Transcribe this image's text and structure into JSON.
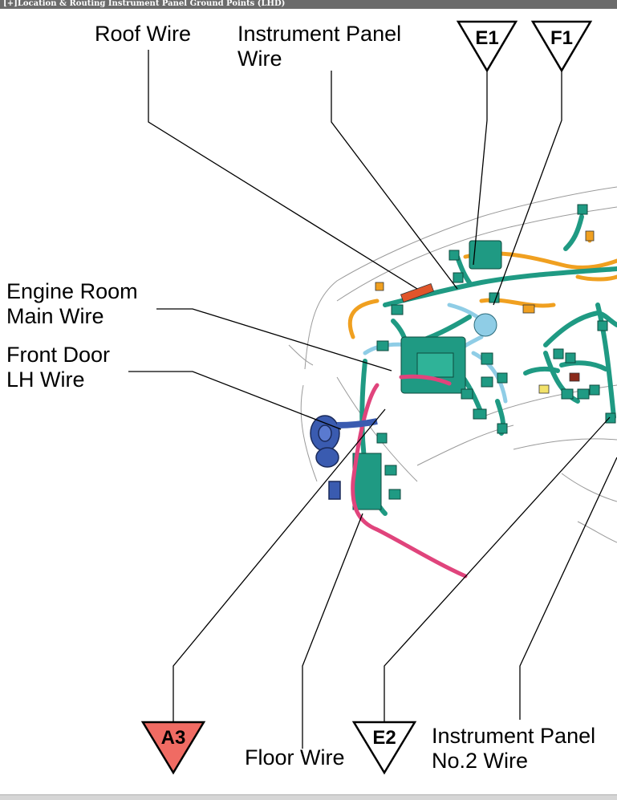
{
  "window": {
    "title": "[+]Location & Routing  Instrument Panel  Ground Points (LHD)"
  },
  "labels": {
    "roof_wire": "Roof Wire",
    "instrument_panel_wire_l1": "Instrument Panel",
    "instrument_panel_wire_l2": "Wire",
    "engine_room_l1": "Engine Room",
    "engine_room_l2": "Main Wire",
    "front_door_l1": "Front Door",
    "front_door_l2": "LH Wire",
    "floor_wire": "Floor Wire",
    "ip_no2_l1": "Instrument Panel",
    "ip_no2_l2": "No.2 Wire"
  },
  "ground_points": [
    {
      "id": "E1",
      "fill": "#ffffff"
    },
    {
      "id": "F1",
      "fill": "#ffffff"
    },
    {
      "id": "A3",
      "fill": "#f06b63"
    },
    {
      "id": "E2",
      "fill": "#ffffff"
    }
  ],
  "colors": {
    "harness_green": "#1f9a83",
    "harness_orange": "#f0a020",
    "harness_lightblue": "#8fcde6",
    "harness_darkblue": "#3a5bb0",
    "harness_pink": "#e0447c",
    "ground_red": "#f06b63"
  }
}
